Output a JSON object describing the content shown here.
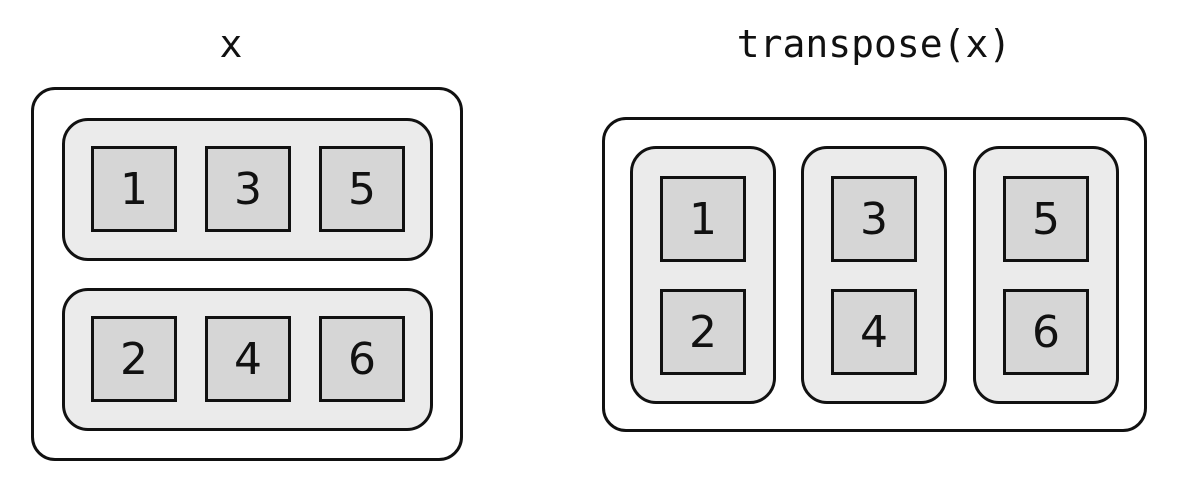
{
  "left": {
    "title": "x",
    "rows": [
      [
        "1",
        "3",
        "5"
      ],
      [
        "2",
        "4",
        "6"
      ]
    ]
  },
  "right": {
    "title": "transpose(x)",
    "columns": [
      [
        "1",
        "2"
      ],
      [
        "3",
        "4"
      ],
      [
        "5",
        "6"
      ]
    ]
  }
}
